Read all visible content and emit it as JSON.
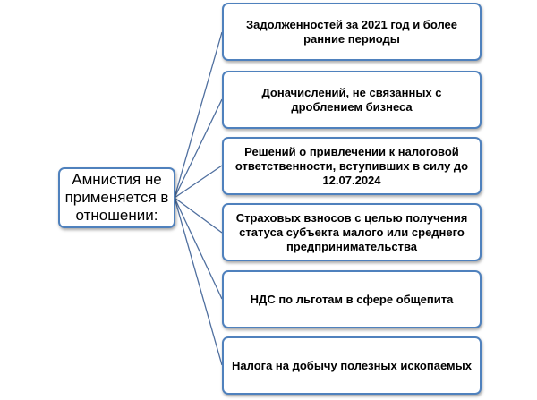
{
  "root": {
    "label": "Амнистия не применяется в отношении:"
  },
  "items": [
    {
      "label": "Задолженностей за 2021 год и более ранние периоды"
    },
    {
      "label": "Доначислений, не связанных с дроблением бизнеса"
    },
    {
      "label": "Решений о привлечении к налоговой ответственности, вступивших в силу до 12.07.2024"
    },
    {
      "label": "Страховых взносов с целью получения статуса субъекта малого или среднего предпринимательства"
    },
    {
      "label": "НДС по льготам в сфере общепита"
    },
    {
      "label": "Налога на добычу полезных ископаемых"
    }
  ],
  "colors": {
    "border": "#4f81bd",
    "connector": "#4f81bd"
  }
}
